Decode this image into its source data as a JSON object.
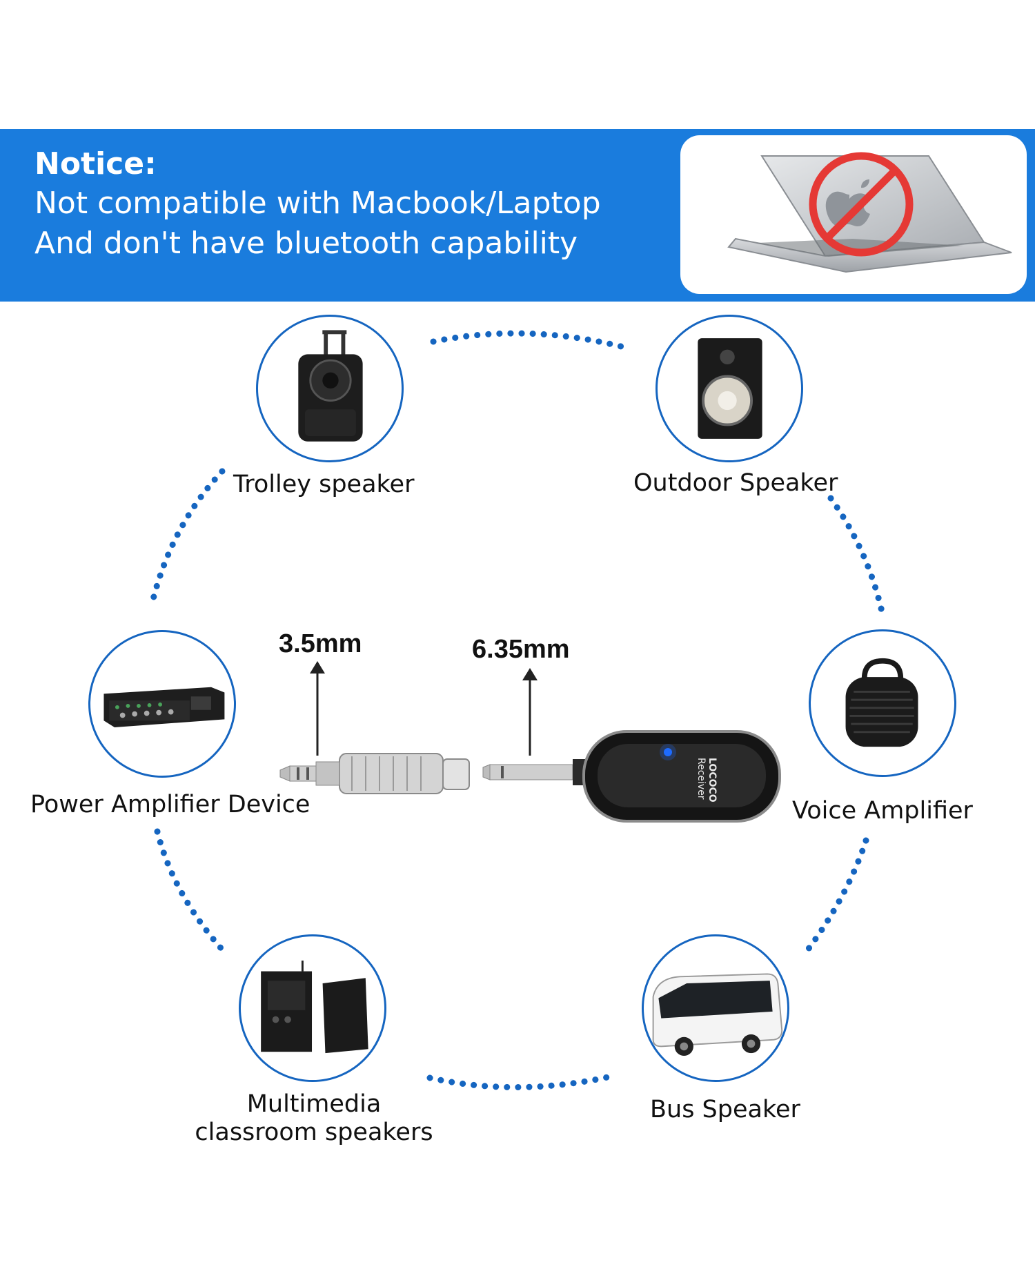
{
  "notice": {
    "title": "Notice:",
    "line1": "Not compatible with Macbook/Laptop",
    "line2": "And don't have bluetooth capability"
  },
  "devices": {
    "trolley": "Trolley speaker",
    "outdoor": "Outdoor Speaker",
    "power_amp": "Power Amplifier Device",
    "voice_amp": "Voice Amplifier",
    "multimedia_line1": "Multimedia",
    "multimedia_line2": "classroom speakers",
    "bus": "Bus Speaker"
  },
  "plugs": {
    "small": "3.5mm",
    "large": "6.35mm"
  },
  "receiver": {
    "brand": "LOCOCO",
    "model": "Receiver"
  },
  "colors": {
    "banner": "#1a7cdd",
    "dots": "#1565c0",
    "prohibit": "#e53935"
  },
  "icons": [
    "no-laptop-icon",
    "trolley-speaker-icon",
    "bookshelf-speaker-icon",
    "power-amplifier-icon",
    "voice-amplifier-icon",
    "multimedia-speakers-icon",
    "bus-icon",
    "receiver-icon",
    "adapter-icon"
  ]
}
